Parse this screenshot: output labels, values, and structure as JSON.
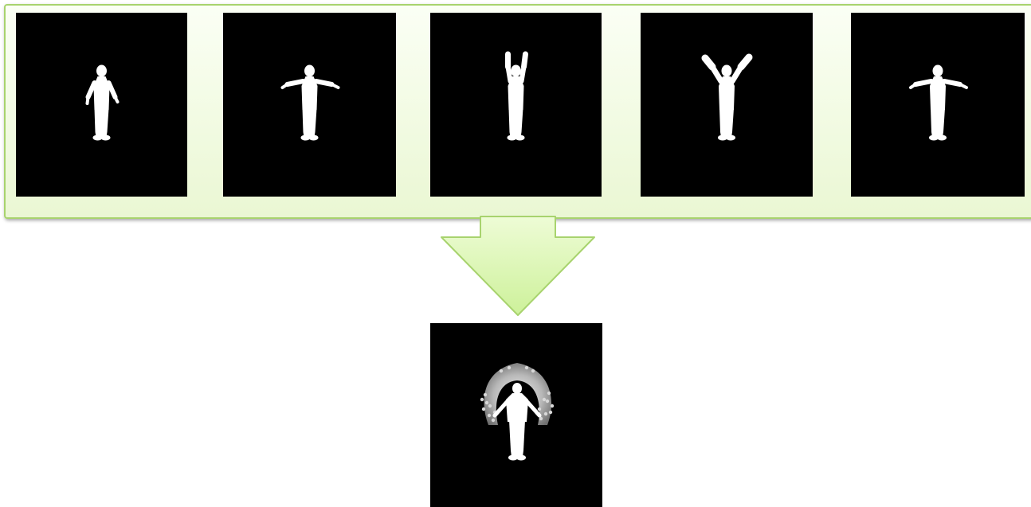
{
  "colors": {
    "background": "#ffffff",
    "panel_fill": "#f3fbe6",
    "panel_border": "#a8d36e",
    "arrow_fill": "#d8f5a8",
    "arrow_border": "#a8d36e",
    "frame_bg": "#000000",
    "silhouette": "#ffffff"
  },
  "input_frames": [
    {
      "pose": "arms-down"
    },
    {
      "pose": "arms-out"
    },
    {
      "pose": "arms-up"
    },
    {
      "pose": "arms-raised-diagonal"
    },
    {
      "pose": "arms-out"
    }
  ],
  "output_frame": {
    "pose": "energy-image"
  },
  "icons": {
    "arrow": "down-arrow-icon"
  }
}
